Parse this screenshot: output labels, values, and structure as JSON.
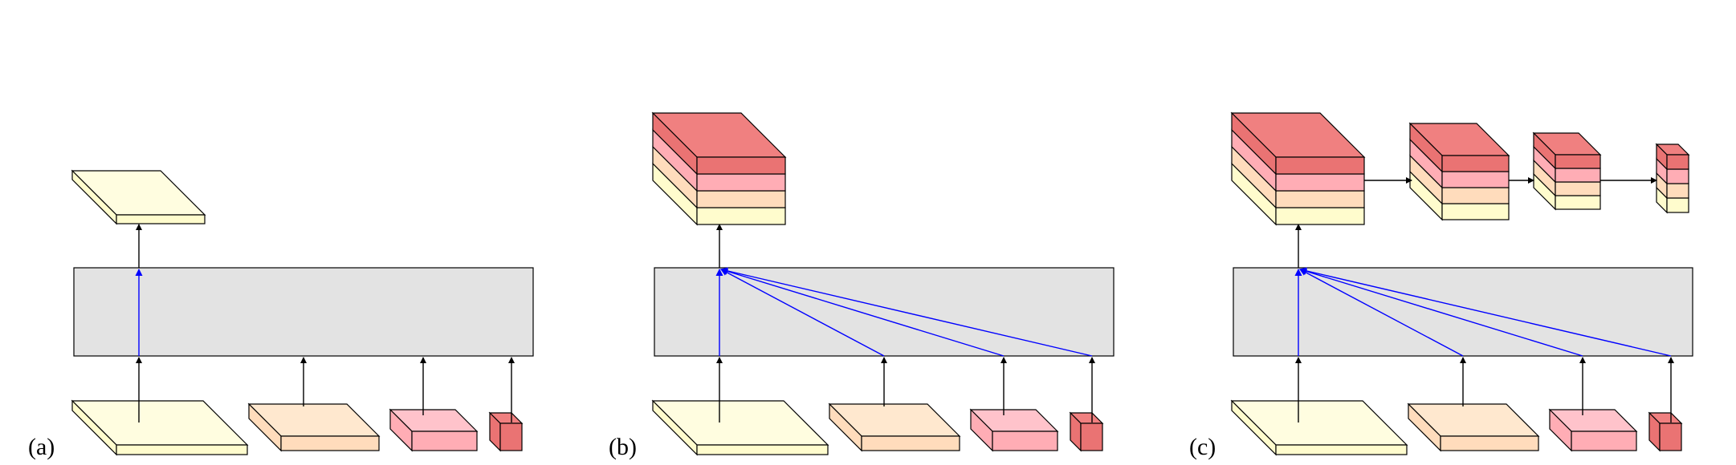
{
  "panels": [
    {
      "id": "a",
      "label": "(a)"
    },
    {
      "id": "b",
      "label": "(b)"
    },
    {
      "id": "c",
      "label": "(c)"
    }
  ],
  "colors": {
    "level1_top": "#fffde0",
    "level1_side": "#fffccd",
    "level2_top": "#ffe8cf",
    "level2_side": "#ffdcbc",
    "level3_top": "#ffc3cb",
    "level3_side": "#ffadb5",
    "level4_top": "#f08080",
    "level4_side": "#ea7373",
    "stack_top": "#f08080",
    "block_fill": "#e3e3e3",
    "stroke": "#000000",
    "fusion_arrow": "#0000ff",
    "black_arrow": "#000000"
  }
}
